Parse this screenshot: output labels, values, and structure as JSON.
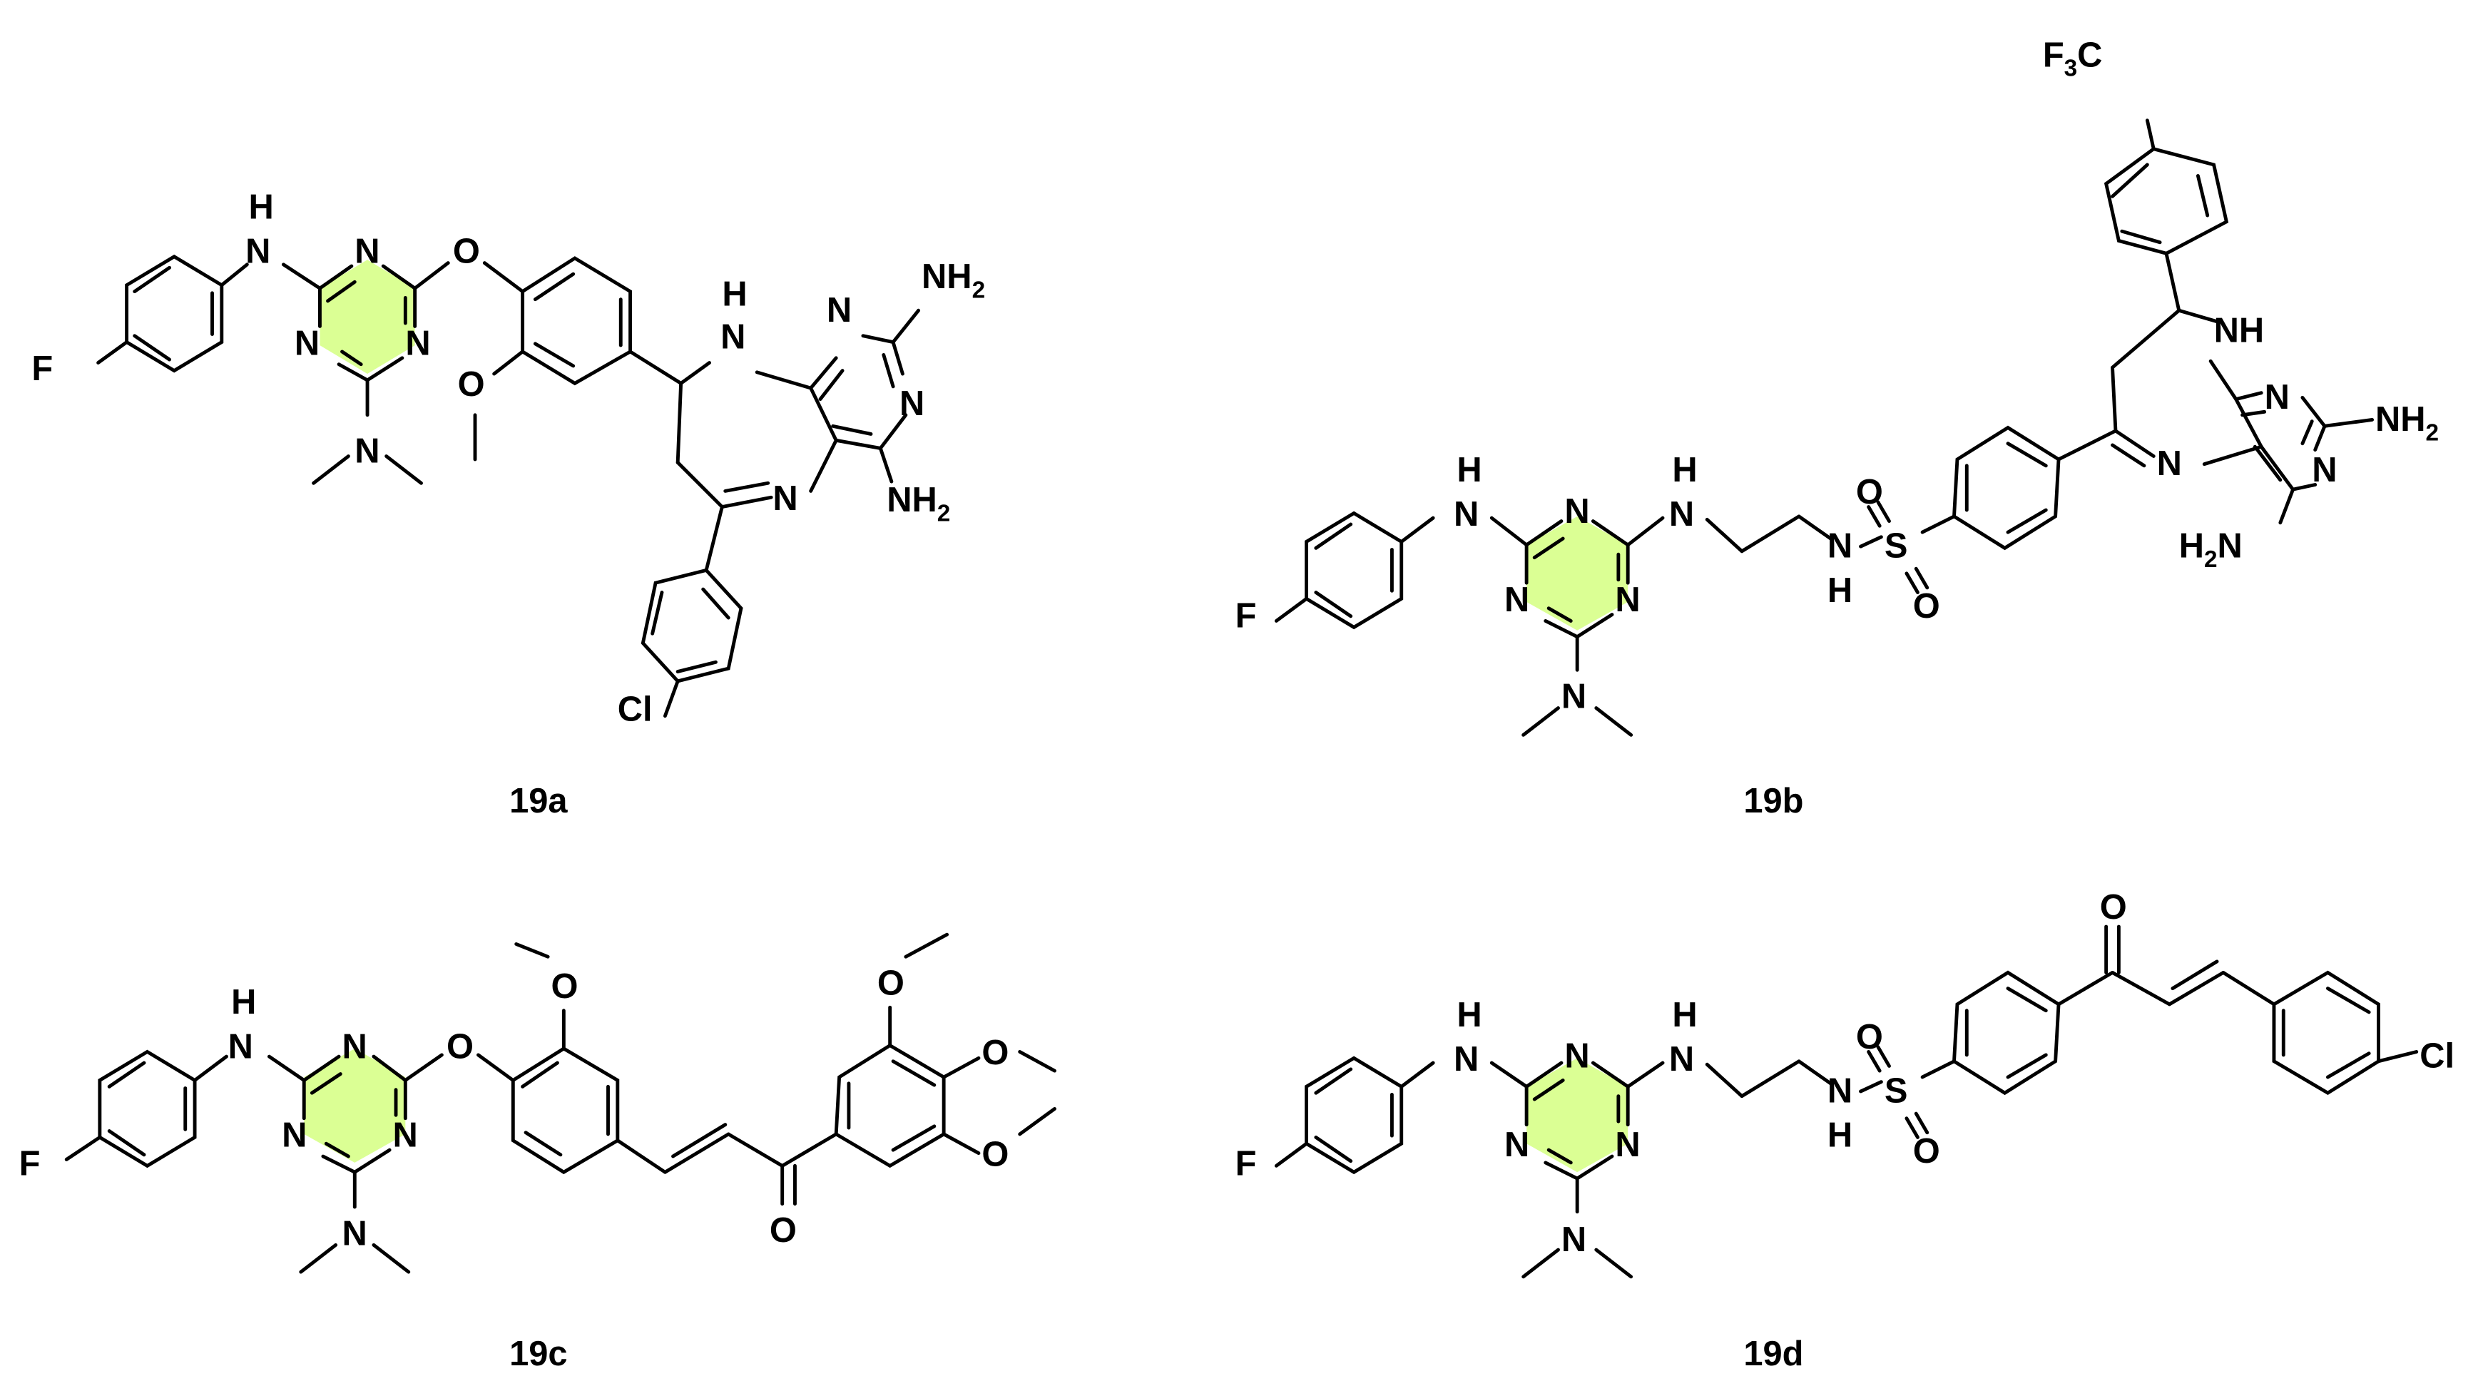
{
  "figure": {
    "highlight_color": "#dbff94",
    "compounds": [
      {
        "id": "19a",
        "label": "19a",
        "atoms": {
          "F": "F",
          "NH_H": "H",
          "NH_N": "N",
          "trz_N1": "N",
          "trz_N2": "N",
          "trz_N3": "N",
          "O_ether": "O",
          "O_methoxy": "O",
          "NMe2": "N",
          "NH_ring_H": "H",
          "NH_ring_N": "N",
          "pyr_N1": "N",
          "pyr_N2": "N",
          "N_imine": "N",
          "NH2_top": "NH",
          "NH2_top_sub": "2",
          "NH2_bot": "NH",
          "NH2_bot_sub": "2",
          "Cl": "Cl"
        }
      },
      {
        "id": "19b",
        "label": "19b",
        "atoms": {
          "F": "F",
          "NH1_H": "H",
          "NH1_N": "N",
          "trz_N1": "N",
          "trz_N2": "N",
          "trz_N3": "N",
          "NMe2": "N",
          "NH2_H": "H",
          "NH2_N": "N",
          "sulfonamide_N": "N",
          "sulfonamide_H": "H",
          "S": "S",
          "O1": "O",
          "O2": "O",
          "CF3_F": "F",
          "CF3_sub": "3",
          "CF3_C": "C",
          "NH_ring": "NH",
          "pyr_N1": "N",
          "pyr_N2": "N",
          "N_imine": "N",
          "NH2_right": "NH",
          "NH2_right_sub": "2",
          "H2N_H": "H",
          "H2N_sub": "2",
          "H2N_N": "N"
        }
      },
      {
        "id": "19c",
        "label": "19c",
        "atoms": {
          "F": "F",
          "NH_H": "H",
          "NH_N": "N",
          "trz_N1": "N",
          "trz_N2": "N",
          "trz_N3": "N",
          "O_ether": "O",
          "O_methoxy": "O",
          "NMe2": "N",
          "O_carbonyl": "O",
          "OMe1": "O",
          "OMe2": "O",
          "OMe3": "O"
        }
      },
      {
        "id": "19d",
        "label": "19d",
        "atoms": {
          "F": "F",
          "NH1_H": "H",
          "NH1_N": "N",
          "trz_N1": "N",
          "trz_N2": "N",
          "trz_N3": "N",
          "NMe2": "N",
          "NH2_H": "H",
          "NH2_N": "N",
          "sulfonamide_N": "N",
          "sulfonamide_H": "H",
          "S": "S",
          "O1": "O",
          "O2": "O",
          "O_carbonyl": "O",
          "Cl": "Cl"
        }
      }
    ]
  }
}
